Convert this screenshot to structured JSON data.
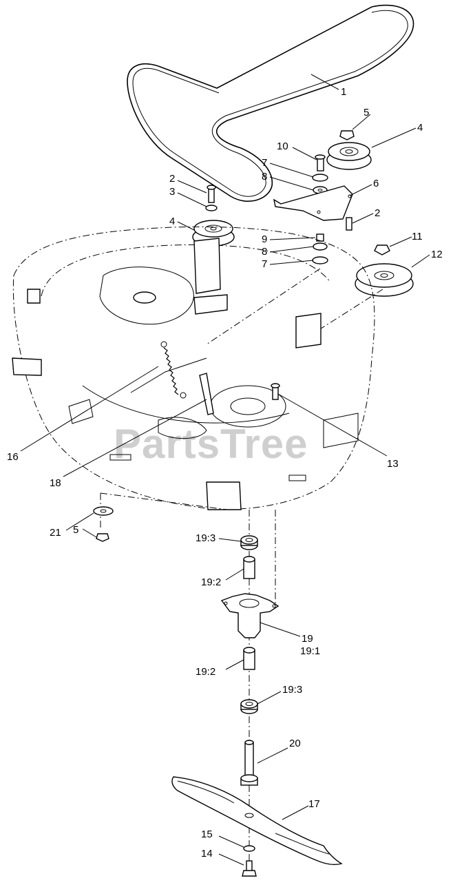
{
  "watermark": "PartsTree",
  "callouts": [
    {
      "id": "c1",
      "label": "1"
    },
    {
      "id": "c5a",
      "label": "5"
    },
    {
      "id": "c4a",
      "label": "4"
    },
    {
      "id": "c10",
      "label": "10"
    },
    {
      "id": "c7a",
      "label": "7"
    },
    {
      "id": "c8a",
      "label": "8"
    },
    {
      "id": "c6",
      "label": "6"
    },
    {
      "id": "c2a",
      "label": "2"
    },
    {
      "id": "c2b",
      "label": "2"
    },
    {
      "id": "c3",
      "label": "3"
    },
    {
      "id": "c4b",
      "label": "4"
    },
    {
      "id": "c9",
      "label": "9"
    },
    {
      "id": "c8b",
      "label": "8"
    },
    {
      "id": "c7b",
      "label": "7"
    },
    {
      "id": "c11",
      "label": "11"
    },
    {
      "id": "c12",
      "label": "12"
    },
    {
      "id": "c16",
      "label": "16"
    },
    {
      "id": "c18",
      "label": "18"
    },
    {
      "id": "c13",
      "label": "13"
    },
    {
      "id": "c21",
      "label": "21"
    },
    {
      "id": "c5b",
      "label": "5"
    },
    {
      "id": "c193a",
      "label": "19:3"
    },
    {
      "id": "c192a",
      "label": "19:2"
    },
    {
      "id": "c19",
      "label": "19"
    },
    {
      "id": "c191",
      "label": "19:1"
    },
    {
      "id": "c192b",
      "label": "19:2"
    },
    {
      "id": "c193b",
      "label": "19:3"
    },
    {
      "id": "c20",
      "label": "20"
    },
    {
      "id": "c17",
      "label": "17"
    },
    {
      "id": "c15",
      "label": "15"
    },
    {
      "id": "c14",
      "label": "14"
    }
  ]
}
